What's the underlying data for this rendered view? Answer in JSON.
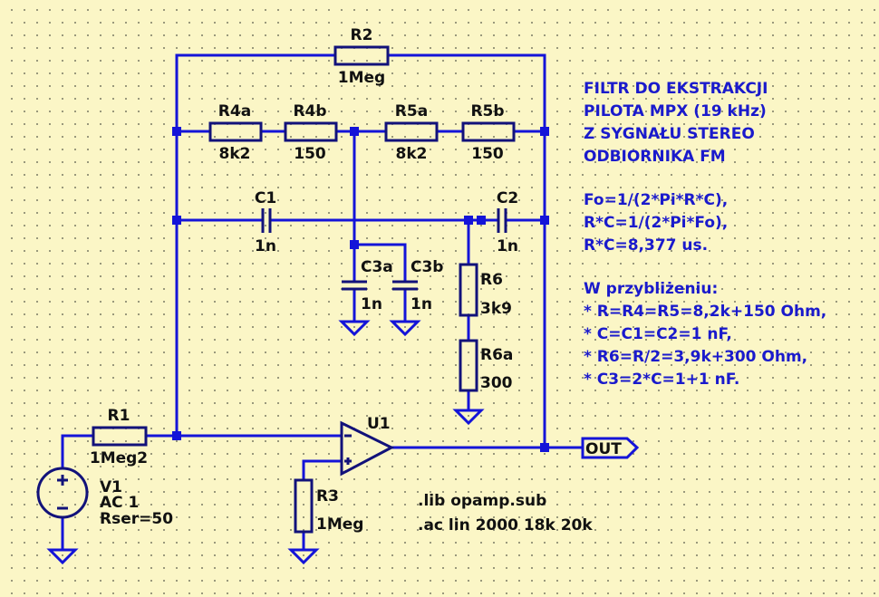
{
  "components": {
    "R1": {
      "name": "R1",
      "value": "1Meg2"
    },
    "R2": {
      "name": "R2",
      "value": "1Meg"
    },
    "R3": {
      "name": "R3",
      "value": "1Meg"
    },
    "R4a": {
      "name": "R4a",
      "value": "8k2"
    },
    "R4b": {
      "name": "R4b",
      "value": "150"
    },
    "R5a": {
      "name": "R5a",
      "value": "8k2"
    },
    "R5b": {
      "name": "R5b",
      "value": "150"
    },
    "R6": {
      "name": "R6",
      "value": "3k9"
    },
    "R6a": {
      "name": "R6a",
      "value": "300"
    },
    "C1": {
      "name": "C1",
      "value": "1n"
    },
    "C2": {
      "name": "C2",
      "value": "1n"
    },
    "C3a": {
      "name": "C3a",
      "value": "1n"
    },
    "C3b": {
      "name": "C3b",
      "value": "1n"
    },
    "U1": {
      "name": "U1"
    },
    "V1": {
      "name": "V1",
      "line1": "AC 1",
      "line2": "Rser=50"
    }
  },
  "net_labels": {
    "out": "OUT"
  },
  "directives": [
    ".lib opamp.sub",
    ".ac lin 2000 18k 20k"
  ],
  "notes": {
    "title": [
      "FILTR DO EKSTRAKCJI",
      "PILOTA MPX (19 kHz)",
      "Z SYGNAŁU STEREO",
      "ODBIORNIKA FM"
    ],
    "formulas": [
      "Fo=1/(2*Pi*R*C),",
      "R*C=1/(2*Pi*Fo),",
      "R*C=8,377 us."
    ],
    "approx": [
      "W przybliżeniu:",
      "* R=R4=R5=8,2k+150 Ohm,",
      "* C=C1=C2=1 nF,",
      "* R6=R/2=3,9k+300 Ohm,",
      "* C3=2*C=1+1 nF."
    ]
  },
  "colors": {
    "background": "#fbf6c6",
    "wire": "#1414d8",
    "component": "#12127a",
    "note_text": "#1a1acc",
    "label_text": "#111111"
  }
}
